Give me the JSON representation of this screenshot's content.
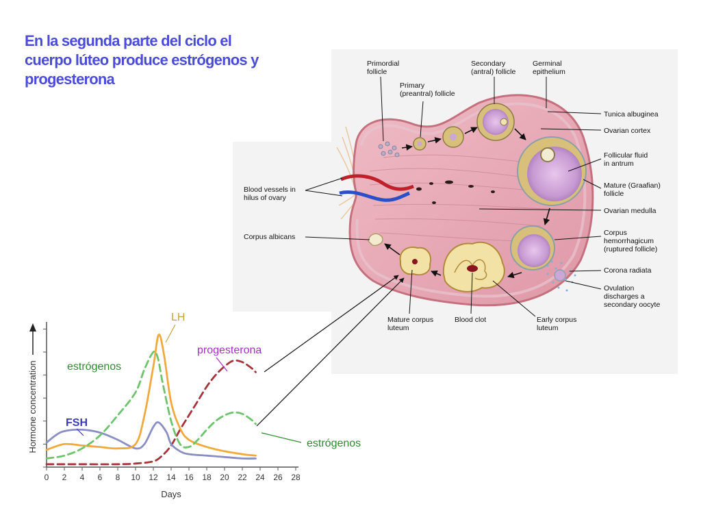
{
  "title": {
    "lines": [
      "En la segunda parte del ciclo el",
      "cuerpo lúteo produce estrógenos y",
      "progesterona"
    ]
  },
  "colors": {
    "title": "#4a4adb",
    "lh": "#f2a93b",
    "lh_label": "#c8a23a",
    "fsh": "#8a8ec2",
    "fsh_label": "#3a3ab8",
    "estrogen": "#6cc46c",
    "estrogen_label": "#2e8a2e",
    "progesterone": "#a8323a",
    "progesterone_label": "#a82cc8",
    "ovary_tissue": "#e7a9b6",
    "ovary_edge": "#c4707f"
  },
  "ovary_labels": {
    "primordial": [
      "Primordial",
      "follicle"
    ],
    "primary": [
      "Primary",
      "(preantral) follicle"
    ],
    "secondary": [
      "Secondary",
      "(antral) follicle"
    ],
    "germinal": [
      "Germinal",
      "epithelium"
    ],
    "tunica": [
      "Tunica albuginea"
    ],
    "cortex": [
      "Ovarian cortex"
    ],
    "fluid": [
      "Follicular fluid",
      "in antrum"
    ],
    "mature": [
      "Mature (Graafian)",
      "follicle"
    ],
    "medulla": [
      "Ovarian medulla"
    ],
    "hemorrhagicum": [
      "Corpus",
      "hemorrhagicum",
      "(ruptured follicle)"
    ],
    "corona": [
      "Corona radiata"
    ],
    "ovulation": [
      "Ovulation",
      "discharges a",
      "secondary oocyte"
    ],
    "vessels": [
      "Blood vessels in",
      "hilus of ovary"
    ],
    "albicans": [
      "Corpus albicans"
    ],
    "mature_luteum": [
      "Mature corpus",
      "luteum"
    ],
    "clot": [
      "Blood clot"
    ],
    "early_luteum": [
      "Early corpus",
      "luteum"
    ]
  },
  "chart_data": {
    "type": "line",
    "xlabel": "Days",
    "ylabel": "Hormone concentration",
    "xlim": [
      0,
      28
    ],
    "ylim": [
      0,
      10
    ],
    "x_ticks": [
      0,
      2,
      4,
      6,
      8,
      10,
      12,
      14,
      16,
      18,
      20,
      22,
      24,
      26,
      28
    ],
    "grid": false,
    "series": [
      {
        "name": "LH",
        "key": "lh",
        "style": "solid",
        "points": [
          [
            0,
            1.2
          ],
          [
            2,
            1.6
          ],
          [
            4,
            1.5
          ],
          [
            6,
            1.4
          ],
          [
            8,
            1.3
          ],
          [
            10,
            1.6
          ],
          [
            11,
            3.6
          ],
          [
            12,
            7.0
          ],
          [
            12.6,
            9.2
          ],
          [
            13.2,
            7.8
          ],
          [
            14,
            4.5
          ],
          [
            15,
            2.7
          ],
          [
            16,
            1.9
          ],
          [
            18,
            1.4
          ],
          [
            20,
            1.1
          ],
          [
            22,
            0.9
          ],
          [
            23.5,
            0.8
          ]
        ]
      },
      {
        "name": "FSH",
        "key": "fsh",
        "style": "solid",
        "points": [
          [
            0,
            1.7
          ],
          [
            1,
            2.2
          ],
          [
            2,
            2.5
          ],
          [
            4,
            2.6
          ],
          [
            6,
            2.4
          ],
          [
            8,
            1.9
          ],
          [
            10,
            1.3
          ],
          [
            11,
            1.6
          ],
          [
            12,
            2.8
          ],
          [
            12.6,
            3.1
          ],
          [
            13.5,
            2.4
          ],
          [
            14,
            1.6
          ],
          [
            15,
            1.1
          ],
          [
            16,
            0.9
          ],
          [
            18,
            0.8
          ],
          [
            20,
            0.7
          ],
          [
            22,
            0.6
          ],
          [
            23.5,
            0.6
          ]
        ]
      },
      {
        "name": "estrógenos",
        "key": "estrogen",
        "style": "dashed",
        "points": [
          [
            0,
            0.6
          ],
          [
            2,
            0.8
          ],
          [
            4,
            1.3
          ],
          [
            6,
            2.2
          ],
          [
            8,
            3.6
          ],
          [
            10,
            5.2
          ],
          [
            11,
            6.8
          ],
          [
            12,
            8.0
          ],
          [
            12.5,
            7.6
          ],
          [
            13,
            6.0
          ],
          [
            14,
            3.2
          ],
          [
            15,
            1.6
          ],
          [
            16,
            1.4
          ],
          [
            17,
            1.9
          ],
          [
            18,
            2.6
          ],
          [
            19,
            3.2
          ],
          [
            20,
            3.6
          ],
          [
            21,
            3.8
          ],
          [
            22,
            3.7
          ],
          [
            23,
            3.3
          ],
          [
            23.5,
            3.0
          ]
        ]
      },
      {
        "name": "progesterona",
        "key": "progesterone",
        "style": "dashed",
        "points": [
          [
            0,
            0.2
          ],
          [
            4,
            0.2
          ],
          [
            8,
            0.2
          ],
          [
            10,
            0.25
          ],
          [
            12,
            0.4
          ],
          [
            13,
            0.8
          ],
          [
            14,
            1.5
          ],
          [
            15,
            2.6
          ],
          [
            16,
            3.6
          ],
          [
            17,
            4.6
          ],
          [
            18,
            5.6
          ],
          [
            19,
            6.4
          ],
          [
            20,
            7.0
          ],
          [
            21,
            7.4
          ],
          [
            22,
            7.3
          ],
          [
            23,
            6.9
          ],
          [
            23.5,
            6.6
          ]
        ]
      }
    ],
    "labels": {
      "lh": "LH",
      "fsh": "FSH",
      "estrogen_top": "estrógenos",
      "estrogen_bottom": "estrógenos",
      "progesterone": "progesterona"
    }
  }
}
